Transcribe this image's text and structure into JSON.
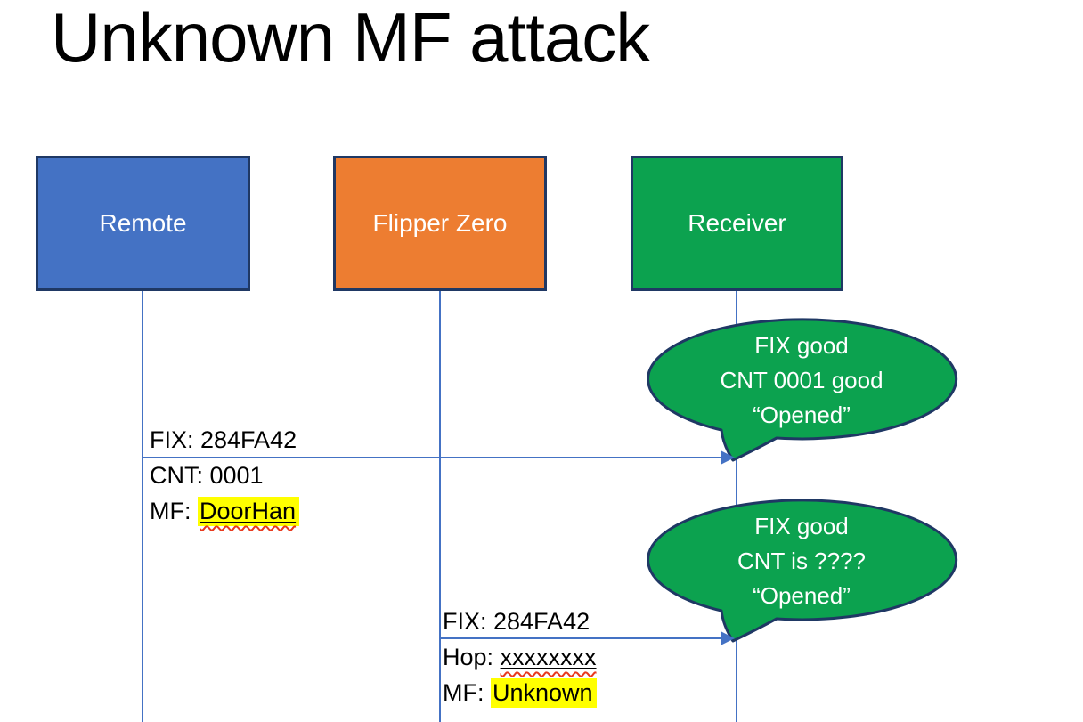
{
  "title": "Unknown MF attack",
  "colors": {
    "actor_blue": "#4472C4",
    "actor_orange": "#ED7D31",
    "actor_green": "#0CA24F",
    "outline_navy": "#1F3864",
    "line_blue": "#4472C4",
    "highlight_yellow": "#FFFF00",
    "squiggle_red": "#E8391D",
    "text_black": "#000000",
    "bubble_text": "#FFFFFF"
  },
  "actors": [
    {
      "id": "remote",
      "label": "Remote",
      "color": "#4472C4"
    },
    {
      "id": "flipper-zero",
      "label": "Flipper Zero",
      "color": "#ED7D31"
    },
    {
      "id": "receiver",
      "label": "Receiver",
      "color": "#0CA24F"
    }
  ],
  "messages": [
    {
      "from": "remote",
      "to": "receiver",
      "lines": [
        {
          "text": "FIX: 284FA42"
        },
        {
          "text": "CNT: 0001"
        },
        {
          "prefix": "MF: ",
          "value": "DoorHan",
          "highlight": true,
          "underline": true,
          "squiggle": true
        }
      ]
    },
    {
      "from": "flipper-zero",
      "to": "receiver",
      "lines": [
        {
          "text": "FIX: 284FA42"
        },
        {
          "prefix": "Hop: ",
          "value": "xxxxxxxx",
          "underline": true,
          "squiggle": true
        },
        {
          "prefix": "MF: ",
          "value": "Unknown",
          "highlight": true
        }
      ]
    }
  ],
  "callouts": [
    {
      "speaker": "receiver",
      "lines": [
        "FIX good",
        "CNT 0001 good",
        "“Opened”"
      ]
    },
    {
      "speaker": "receiver",
      "lines": [
        "FIX good",
        "CNT is ????",
        "“Opened”"
      ]
    }
  ]
}
